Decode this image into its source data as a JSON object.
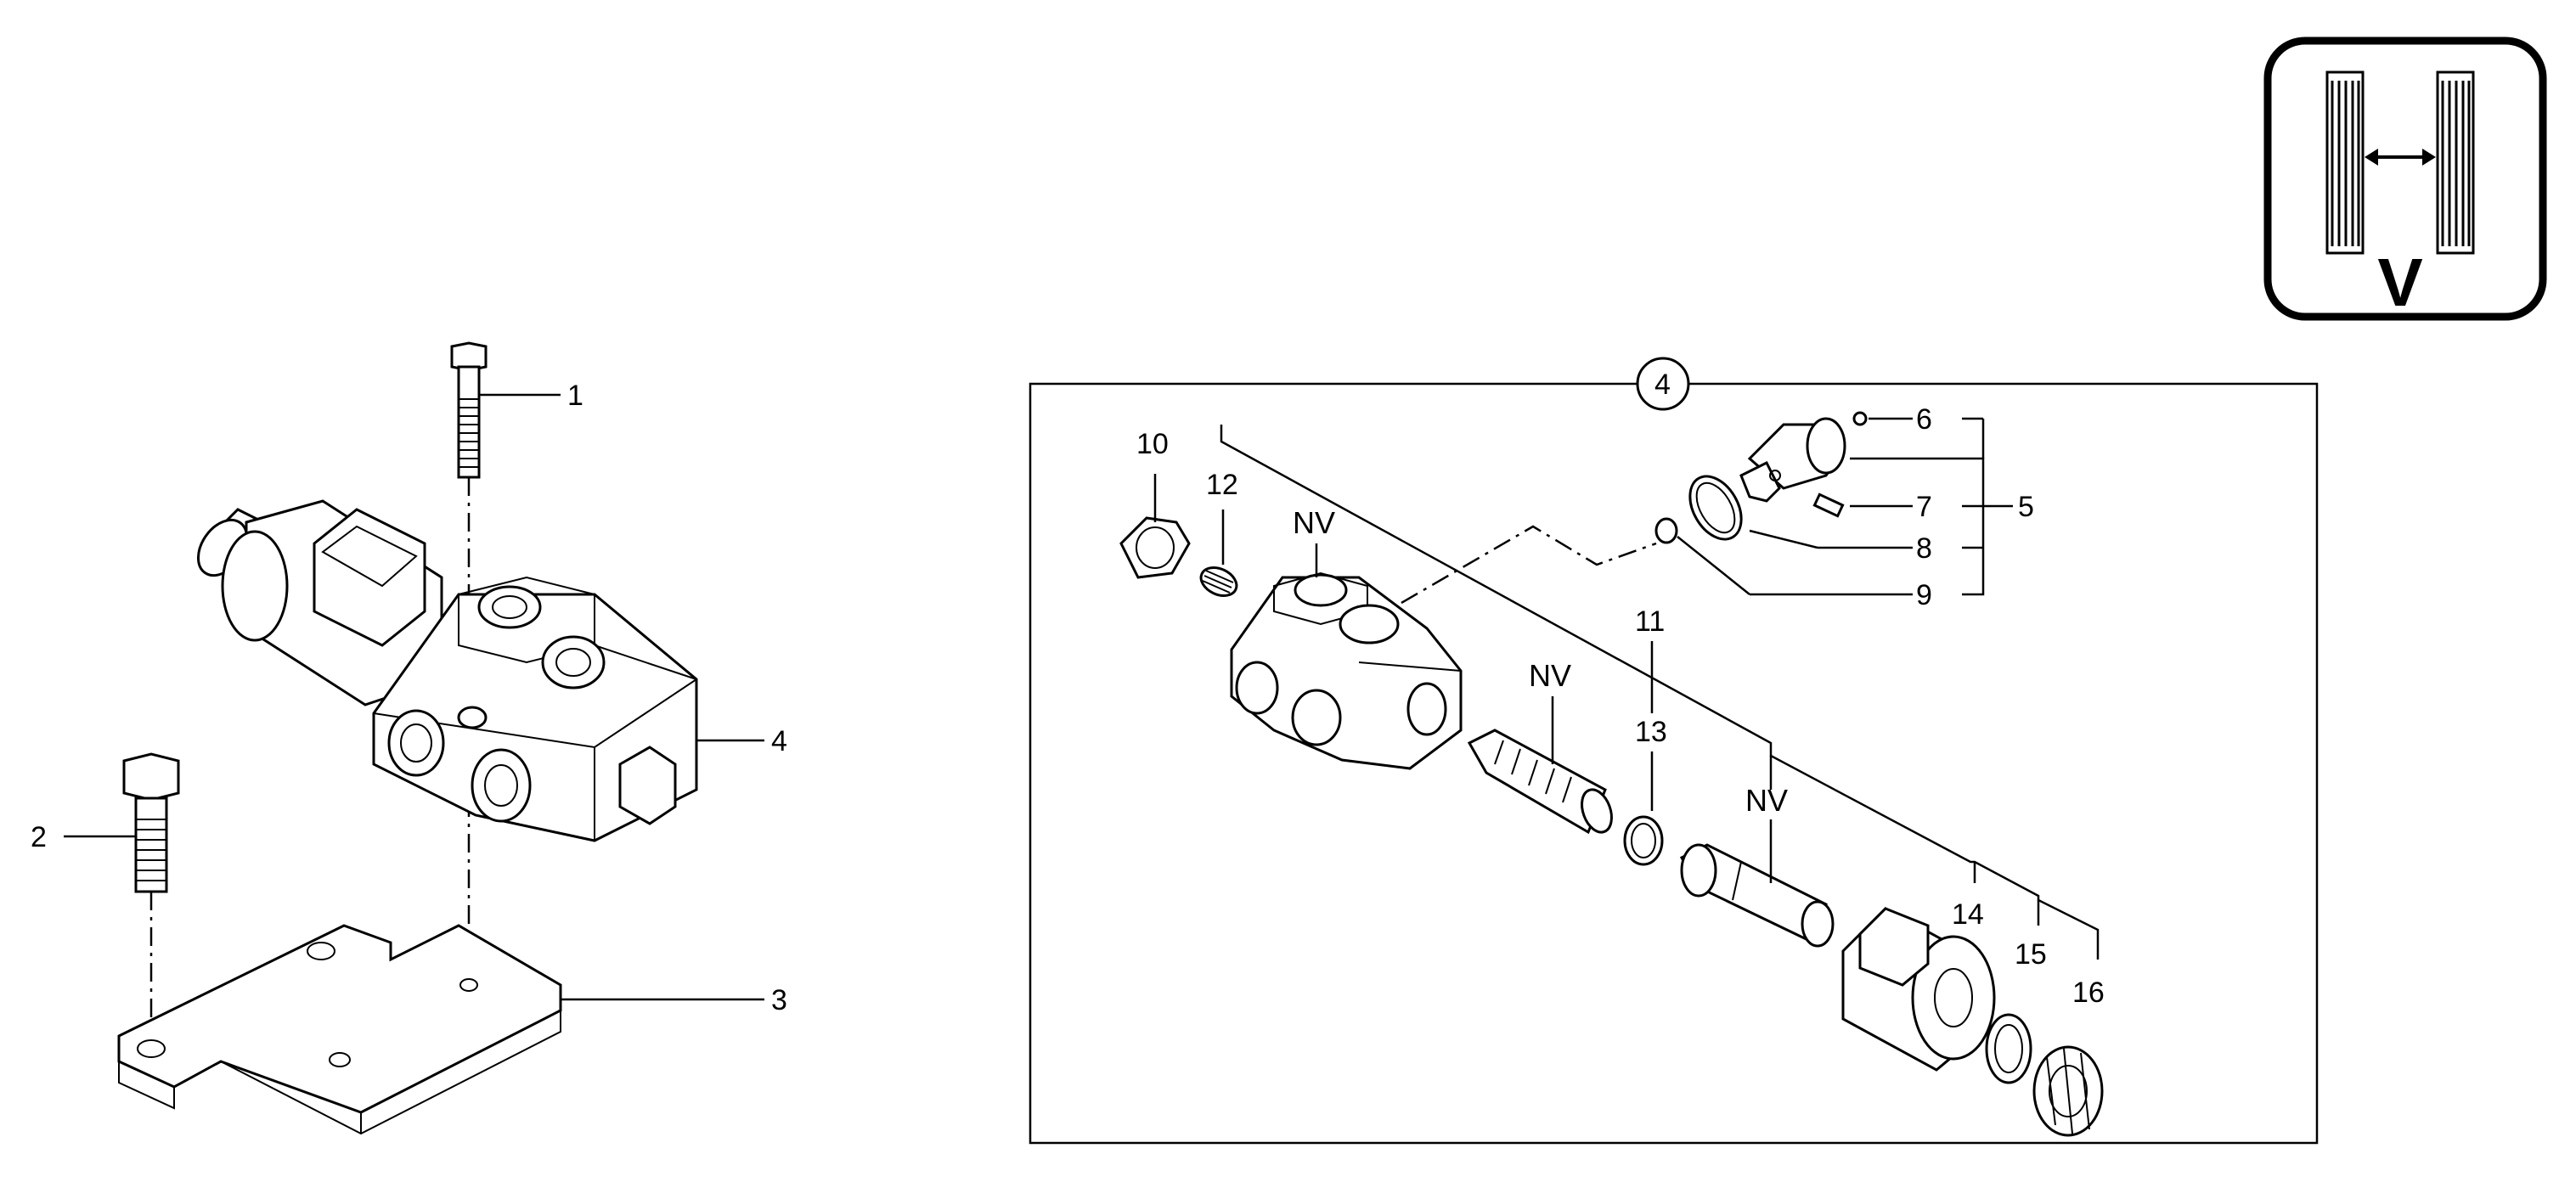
{
  "callouts": {
    "c1": "1",
    "c2": "2",
    "c3": "3",
    "c4": "4",
    "c4_circle": "4",
    "c5": "5",
    "c6": "6",
    "c7": "7",
    "c8": "8",
    "c9": "9",
    "c10": "10",
    "c11": "11",
    "c12": "12",
    "c13": "13",
    "c14": "14",
    "c15": "15",
    "c16": "16",
    "nv1": "NV",
    "nv2": "NV",
    "nv3": "NV"
  },
  "badge": {
    "letter": "V",
    "icon": "valve-position-badge-icon"
  }
}
